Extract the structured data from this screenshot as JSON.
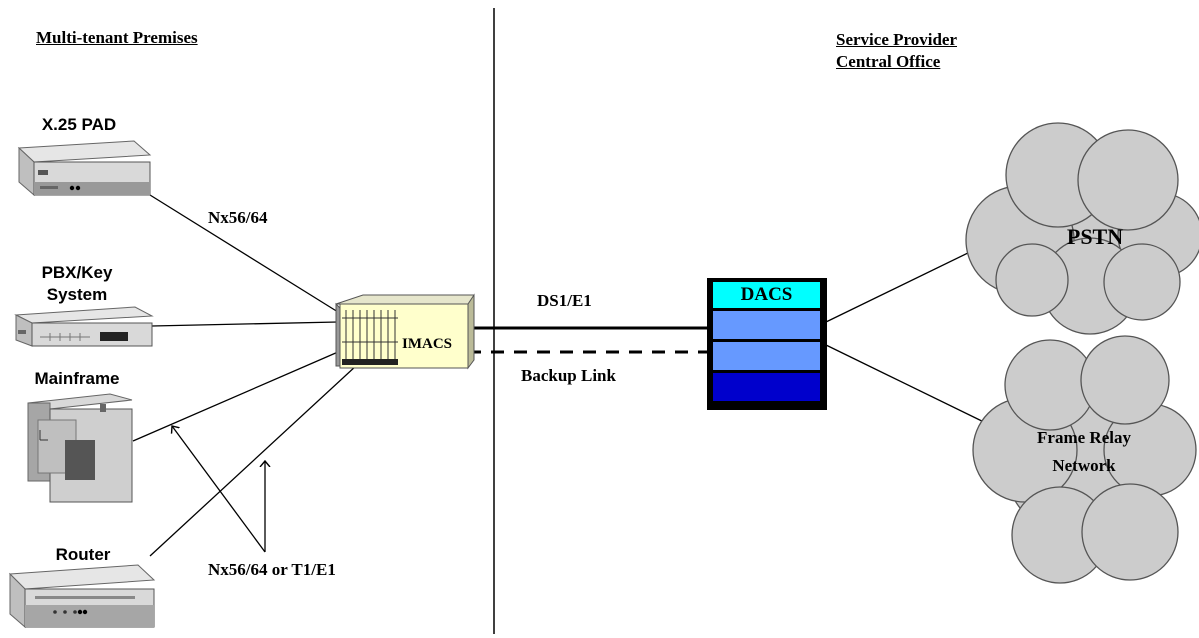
{
  "headers": {
    "premises": "Multi-tenant Premises",
    "provider_line1": "Service Provider",
    "provider_line2": "Central Office"
  },
  "devices": {
    "pad": "X.25 PAD",
    "pbx_line1": "PBX/Key",
    "pbx_line2": "System",
    "mainframe": "Mainframe",
    "router": "Router",
    "imacs": "IMACS",
    "dacs": "DACS"
  },
  "links": {
    "nx56_top": "Nx56/64",
    "nx56_bottom": "Nx56/64 or T1/E1",
    "ds1": "DS1/E1",
    "backup": "Backup Link"
  },
  "clouds": {
    "pstn": "PSTN",
    "frame_line1": "Frame Relay",
    "frame_line2": "Network"
  },
  "colors": {
    "cloud_fill": "#cccccc",
    "dacs_header": "#00ffff",
    "dacs_slot": "#6699ff",
    "dacs_bottom": "#0000cc",
    "imacs_fill": "#ffffcc"
  }
}
